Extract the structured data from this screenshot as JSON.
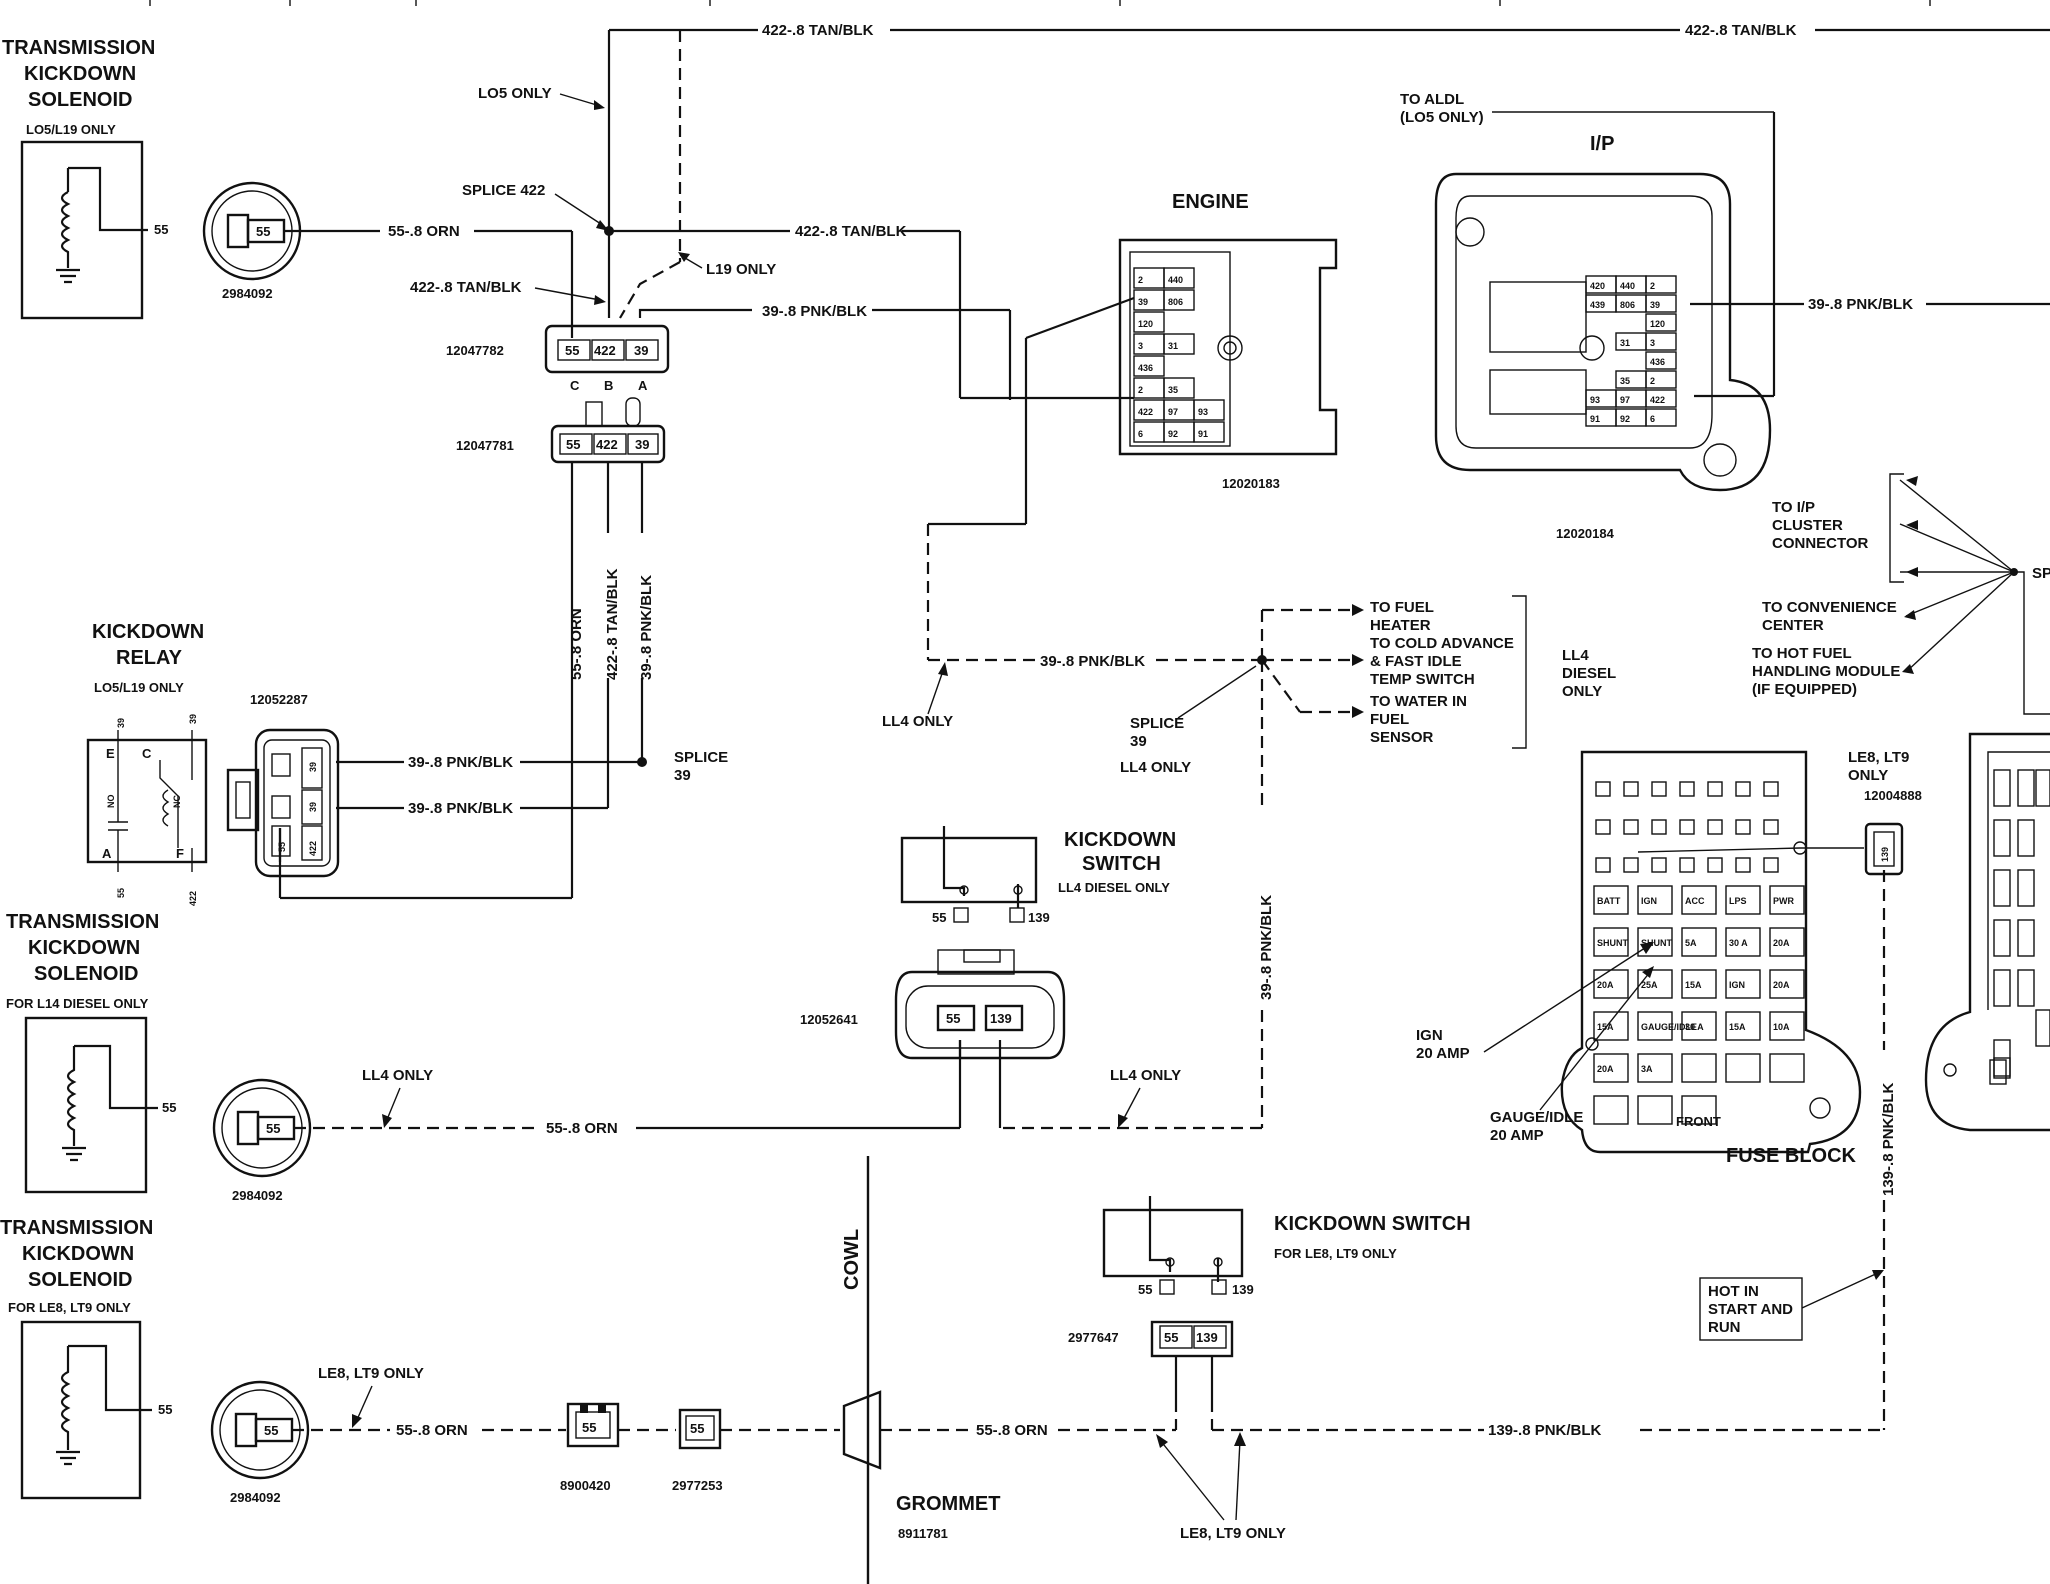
{
  "wires": {
    "w422_top": "422-.8 TAN/BLK",
    "w422_top_right": "422-.8 TAN/BLK",
    "w55_orn_1": "55-.8 ORN",
    "w422_mid": "422-.8 TAN/BLK",
    "w422_left": "422-.8 TAN/BLK",
    "w39_conn": "39-.8 PNK/BLK",
    "w39_relay1": "39-.8 PNK/BLK",
    "w39_relay2": "39-.8 PNK/BLK",
    "w55_vert": "55-.8 ORN",
    "w422_vert": "422-.8 TAN/BLK",
    "w39_vert": "39-.8 PNK/BLK",
    "w39_ll4": "39-.8 PNK/BLK",
    "w39_ip": "39-.8 PNK/BLK",
    "w39_vert_right": "39-.8 PNK/BLK",
    "w55_orn_2": "55-.8 ORN",
    "w55_orn_3": "55-.8 ORN",
    "w55_orn_4": "55-.8 ORN",
    "w139_bottom": "139-.8 PNK/BLK",
    "w139_vert": "139-.8 PNK/BLK"
  },
  "labels": {
    "trans_sol_1": [
      "TRANSMISSION",
      "KICKDOWN",
      "SOLENOID"
    ],
    "trans_sol_1_note": "LO5/L19 ONLY",
    "trans_sol_2": [
      "TRANSMISSION",
      "KICKDOWN",
      "SOLENOID"
    ],
    "trans_sol_2_note": "FOR L14 DIESEL ONLY",
    "trans_sol_3": [
      "TRANSMISSION",
      "KICKDOWN",
      "SOLENOID"
    ],
    "trans_sol_3_note": "FOR LE8, LT9 ONLY",
    "kickdown_relay": [
      "KICKDOWN",
      "RELAY"
    ],
    "kickdown_relay_note": "LO5/L19 ONLY",
    "l05_only": "LO5 ONLY",
    "splice_422": "SPLICE 422",
    "l19_only": "L19 ONLY",
    "splice_39": [
      "SPLICE",
      "39"
    ],
    "splice_39b": [
      "SPLICE",
      "39"
    ],
    "ll4_only_a": "LL4 ONLY",
    "ll4_only_b": "LL4 ONLY",
    "ll4_only_c": "LL4 ONLY",
    "ll4_only_d": "LL4 ONLY",
    "engine": "ENGINE",
    "ip": "I/P",
    "to_aldl": [
      "TO ALDL",
      "(LO5 ONLY)"
    ],
    "to_fuel_heater": [
      "TO FUEL",
      "HEATER"
    ],
    "to_cold_advance": [
      "TO COLD ADVANCE",
      "& FAST IDLE",
      "TEMP SWITCH"
    ],
    "to_water_fuel": [
      "TO WATER IN",
      "FUEL",
      "SENSOR"
    ],
    "ll4_diesel_only": [
      "LL4",
      "DIESEL",
      "ONLY"
    ],
    "to_ip_cluster": [
      "TO I/P",
      "CLUSTER",
      "CONNECTOR"
    ],
    "to_convenience": [
      "TO CONVENIENCE",
      "CENTER"
    ],
    "to_hot_fuel": [
      "TO HOT FUEL",
      "HANDLING MODULE",
      "(IF EQUIPPED)"
    ],
    "kickdown_switch_1": [
      "KICKDOWN",
      "SWITCH"
    ],
    "kickdown_switch_1_note": "LL4 DIESEL ONLY",
    "kickdown_switch_2": "KICKDOWN SWITCH",
    "kickdown_switch_2_note": "FOR LE8, LT9 ONLY",
    "le8_lt9_only_a": [
      "LE8, LT9",
      "ONLY"
    ],
    "le8_lt9_only_b": "LE8, LT9 ONLY",
    "le8_lt9_only_c": "LE8, LT9 ONLY",
    "ign_20": [
      "IGN",
      "20 AMP"
    ],
    "gauge_idle_20": [
      "GAUGE/IDLE",
      "20 AMP"
    ],
    "front": "FRONT",
    "fuse_block": "FUSE BLOCK",
    "hot_in": [
      "HOT IN",
      "START AND",
      "RUN"
    ],
    "cowl": "COWL",
    "grommet": "GROMMET",
    "sp_cut": "SP"
  },
  "parts": {
    "p2984092_a": "2984092",
    "p2984092_b": "2984092",
    "p2984092_c": "2984092",
    "p12047782": "12047782",
    "p12047781": "12047781",
    "p12052287": "12052287",
    "p12020183": "12020183",
    "p12020184": "12020184",
    "p12052641": "12052641",
    "p12004888": "12004888",
    "p2977647": "2977647",
    "p8900420": "8900420",
    "p2977253": "2977253",
    "p8911781": "8911781"
  },
  "pins": {
    "p55": "55",
    "p422": "422",
    "p39": "39",
    "p139": "139",
    "c": "C",
    "b": "B",
    "a": "A",
    "e": "E",
    "f": "F",
    "no": "NO",
    "nc": "NC"
  },
  "engine_conn": [
    [
      "2",
      "440"
    ],
    [
      "39",
      "806"
    ],
    [
      "120",
      ""
    ],
    [
      "3",
      "31"
    ],
    [
      "436",
      ""
    ],
    [
      "2",
      "35"
    ],
    [
      "422",
      "97",
      "93"
    ],
    [
      "6",
      "92",
      "91"
    ]
  ],
  "ip_conn": [
    [
      "420",
      "440",
      "2"
    ],
    [
      "439",
      "806",
      "39"
    ],
    [
      "",
      "",
      "120"
    ],
    [
      "",
      "31",
      "3"
    ],
    [
      "",
      "",
      "436"
    ],
    [
      "",
      "35",
      "2"
    ],
    [
      "93",
      "97",
      "422"
    ],
    [
      "91",
      "92",
      "6"
    ]
  ],
  "fuse_labels": [
    "BATT",
    "IGN",
    "ACC",
    "LPS",
    "PWR",
    "SHUNT",
    "SHUNT",
    "5A",
    "30 A",
    "20A",
    "20A",
    "25A",
    "15A",
    "IGN",
    "20A",
    "15A",
    "GAUGE/IDLE",
    "30 A",
    "15A",
    "10A",
    "20A",
    "3A"
  ]
}
